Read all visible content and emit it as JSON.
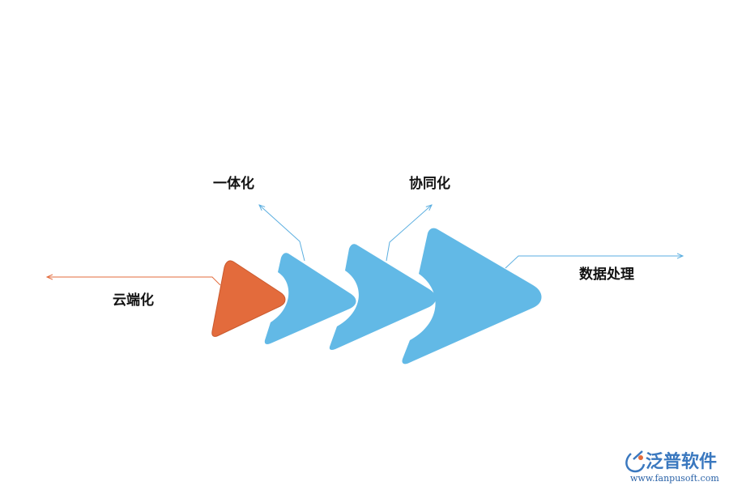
{
  "diagram": {
    "labels": {
      "cloud": "云端化",
      "integration": "一体化",
      "collaboration": "协同化",
      "data_processing": "数据处理"
    },
    "colors": {
      "orange": "#e36b3c",
      "blue": "#62b9e6",
      "orange_line": "#e36b3c",
      "blue_line": "#5aaee0"
    }
  },
  "logo": {
    "name": "泛普软件",
    "url": "www.fanpusoft.com",
    "icon": "fanpu-logo-icon"
  }
}
